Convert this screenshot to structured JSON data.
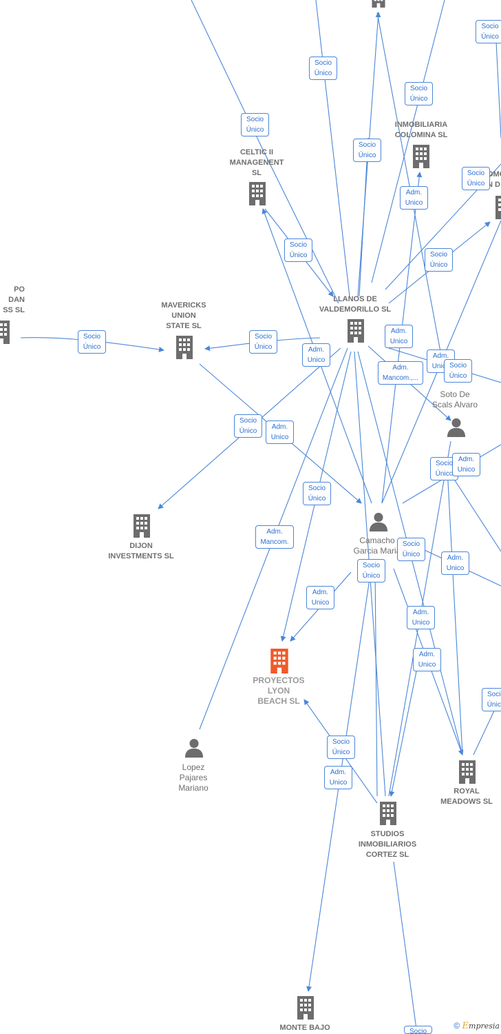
{
  "colors": {
    "edge": "#4a86d8",
    "node": "#6d6d6d",
    "focus": "#f05a28",
    "edge_text": "#2b6fcf"
  },
  "nodes": {
    "celtic": {
      "label": [
        "CELTIC II",
        "MANAGENENT",
        "SL"
      ]
    },
    "inmobiliaria_colomina": {
      "label": [
        "INMOBILIARIA",
        "COLOMINA  SL"
      ]
    },
    "llanos": {
      "label": [
        "LLANOS DE",
        "VALDEMORILLO SL"
      ]
    },
    "mavericks": {
      "label": [
        "MAVERICKS",
        "UNION",
        "STATE  SL"
      ]
    },
    "grupo_partial": {
      "label": [
        "PO",
        "DAN",
        "SS  SL"
      ]
    },
    "omc_partial": {
      "label": [
        "OMC",
        "N D"
      ]
    },
    "soto": {
      "label": [
        "Soto De",
        "Scals Alvaro"
      ]
    },
    "dijon": {
      "label": [
        "DIJON",
        "INVESTMENTS SL"
      ]
    },
    "camacho": {
      "label": [
        "Camacho",
        "Garcia Maria"
      ]
    },
    "proyectos": {
      "label": [
        "PROYECTOS",
        "LYON",
        "BEACH  SL"
      ]
    },
    "lopez": {
      "label": [
        "Lopez",
        "Pajares",
        "Mariano"
      ]
    },
    "royal": {
      "label": [
        "ROYAL",
        "MEADOWS  SL"
      ]
    },
    "studios": {
      "label": [
        "STUDIOS",
        "INMOBILIARIOS",
        "CORTEZ SL"
      ]
    },
    "monte_bajo": {
      "label": [
        "MONTE BAJO"
      ]
    }
  },
  "edge_labels": [
    [
      "Socio",
      "Único"
    ],
    [
      "Socio",
      "Único"
    ],
    [
      "Socio",
      "Único"
    ],
    [
      "Socio",
      "Único"
    ],
    [
      "Socio",
      "Único"
    ],
    [
      "Adm.",
      "Unico"
    ],
    [
      "Socio",
      "Único"
    ],
    [
      "Socio",
      "Único"
    ],
    [
      "Socio",
      "Único"
    ],
    [
      "Socio",
      "Único"
    ],
    [
      "Adm.",
      "Unico"
    ],
    [
      "Socio",
      "Único"
    ],
    [
      "Adm.",
      "Unico"
    ],
    [
      "Adm.",
      "Mancom.,..."
    ],
    [
      "Adm.",
      "Unico"
    ],
    [
      "Socio",
      "Único"
    ],
    [
      "Socio",
      "Único"
    ],
    [
      "Adm.",
      "Unico"
    ],
    [
      "Socio",
      "Único"
    ],
    [
      "Adm.",
      "Unico"
    ],
    [
      "Socio",
      "Único"
    ],
    [
      "Adm.",
      "Mancom."
    ],
    [
      "Socio",
      "Único"
    ],
    [
      "Adm.",
      "Unico"
    ],
    [
      "Socio",
      "Único"
    ],
    [
      "Adm.",
      "Unico"
    ],
    [
      "Adm.",
      "Unico"
    ],
    [
      "Adm.",
      "Unico"
    ],
    [
      "Socio",
      "Único"
    ],
    [
      "Socio",
      "Único"
    ],
    [
      "Adm.",
      "Unico"
    ],
    [
      "Socio",
      ""
    ]
  ],
  "footer": {
    "copyright": "©",
    "brand_initial": "E",
    "brand_rest": "mpresia"
  }
}
